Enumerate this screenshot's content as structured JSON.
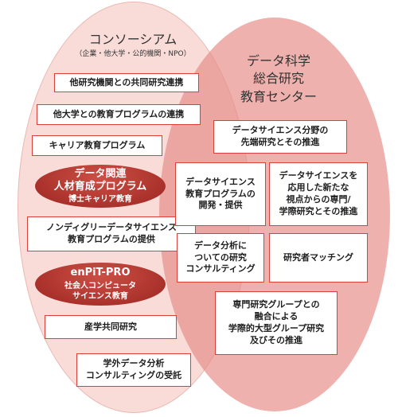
{
  "left_group": {
    "title": "コンソーシアム",
    "subtitle": "（企業・他大学・公的機関・NPO）"
  },
  "right_group": {
    "title": "データ科学\n総合研究\n教育センター"
  },
  "left_items": {
    "item1": "他研究機関との共同研究連携",
    "item2": "他大学との教育プログラムの連携",
    "item3": "キャリア教育プログラム",
    "item4": "ノンディグリーデータサイエンス\n教育プログラムの提供",
    "item5": "産学共同研究",
    "item6": "学外データ分析\nコンサルティングの受託"
  },
  "highlight1": {
    "main": "データ関連\n人材育成プログラム",
    "sub": "博士キャリア教育"
  },
  "highlight2": {
    "main": "enPiT-PRO",
    "sub": "社会人コンピュータ\nサイエンス教育"
  },
  "right_items": {
    "item1": "データサイエンス分野の\n先端研究とその推進",
    "item2": "データサイエンス\n教育プログラムの\n開発・提供",
    "item3": "データサイエンスを\n応用した新たな\n視点からの専門/\n学際研究とその推進",
    "item4": "データ分析に\nついての研究\nコンサルティング",
    "item5": "研究者マッチング",
    "item6": "専門研究グループとの\n融合による\n学際的大型グループ研究\n及びその推進"
  },
  "colors": {
    "left_fill": "#f9dcd8",
    "right_fill": "#e68c87",
    "box_border": "#d9403a",
    "pill_fill": "#a8302a"
  }
}
